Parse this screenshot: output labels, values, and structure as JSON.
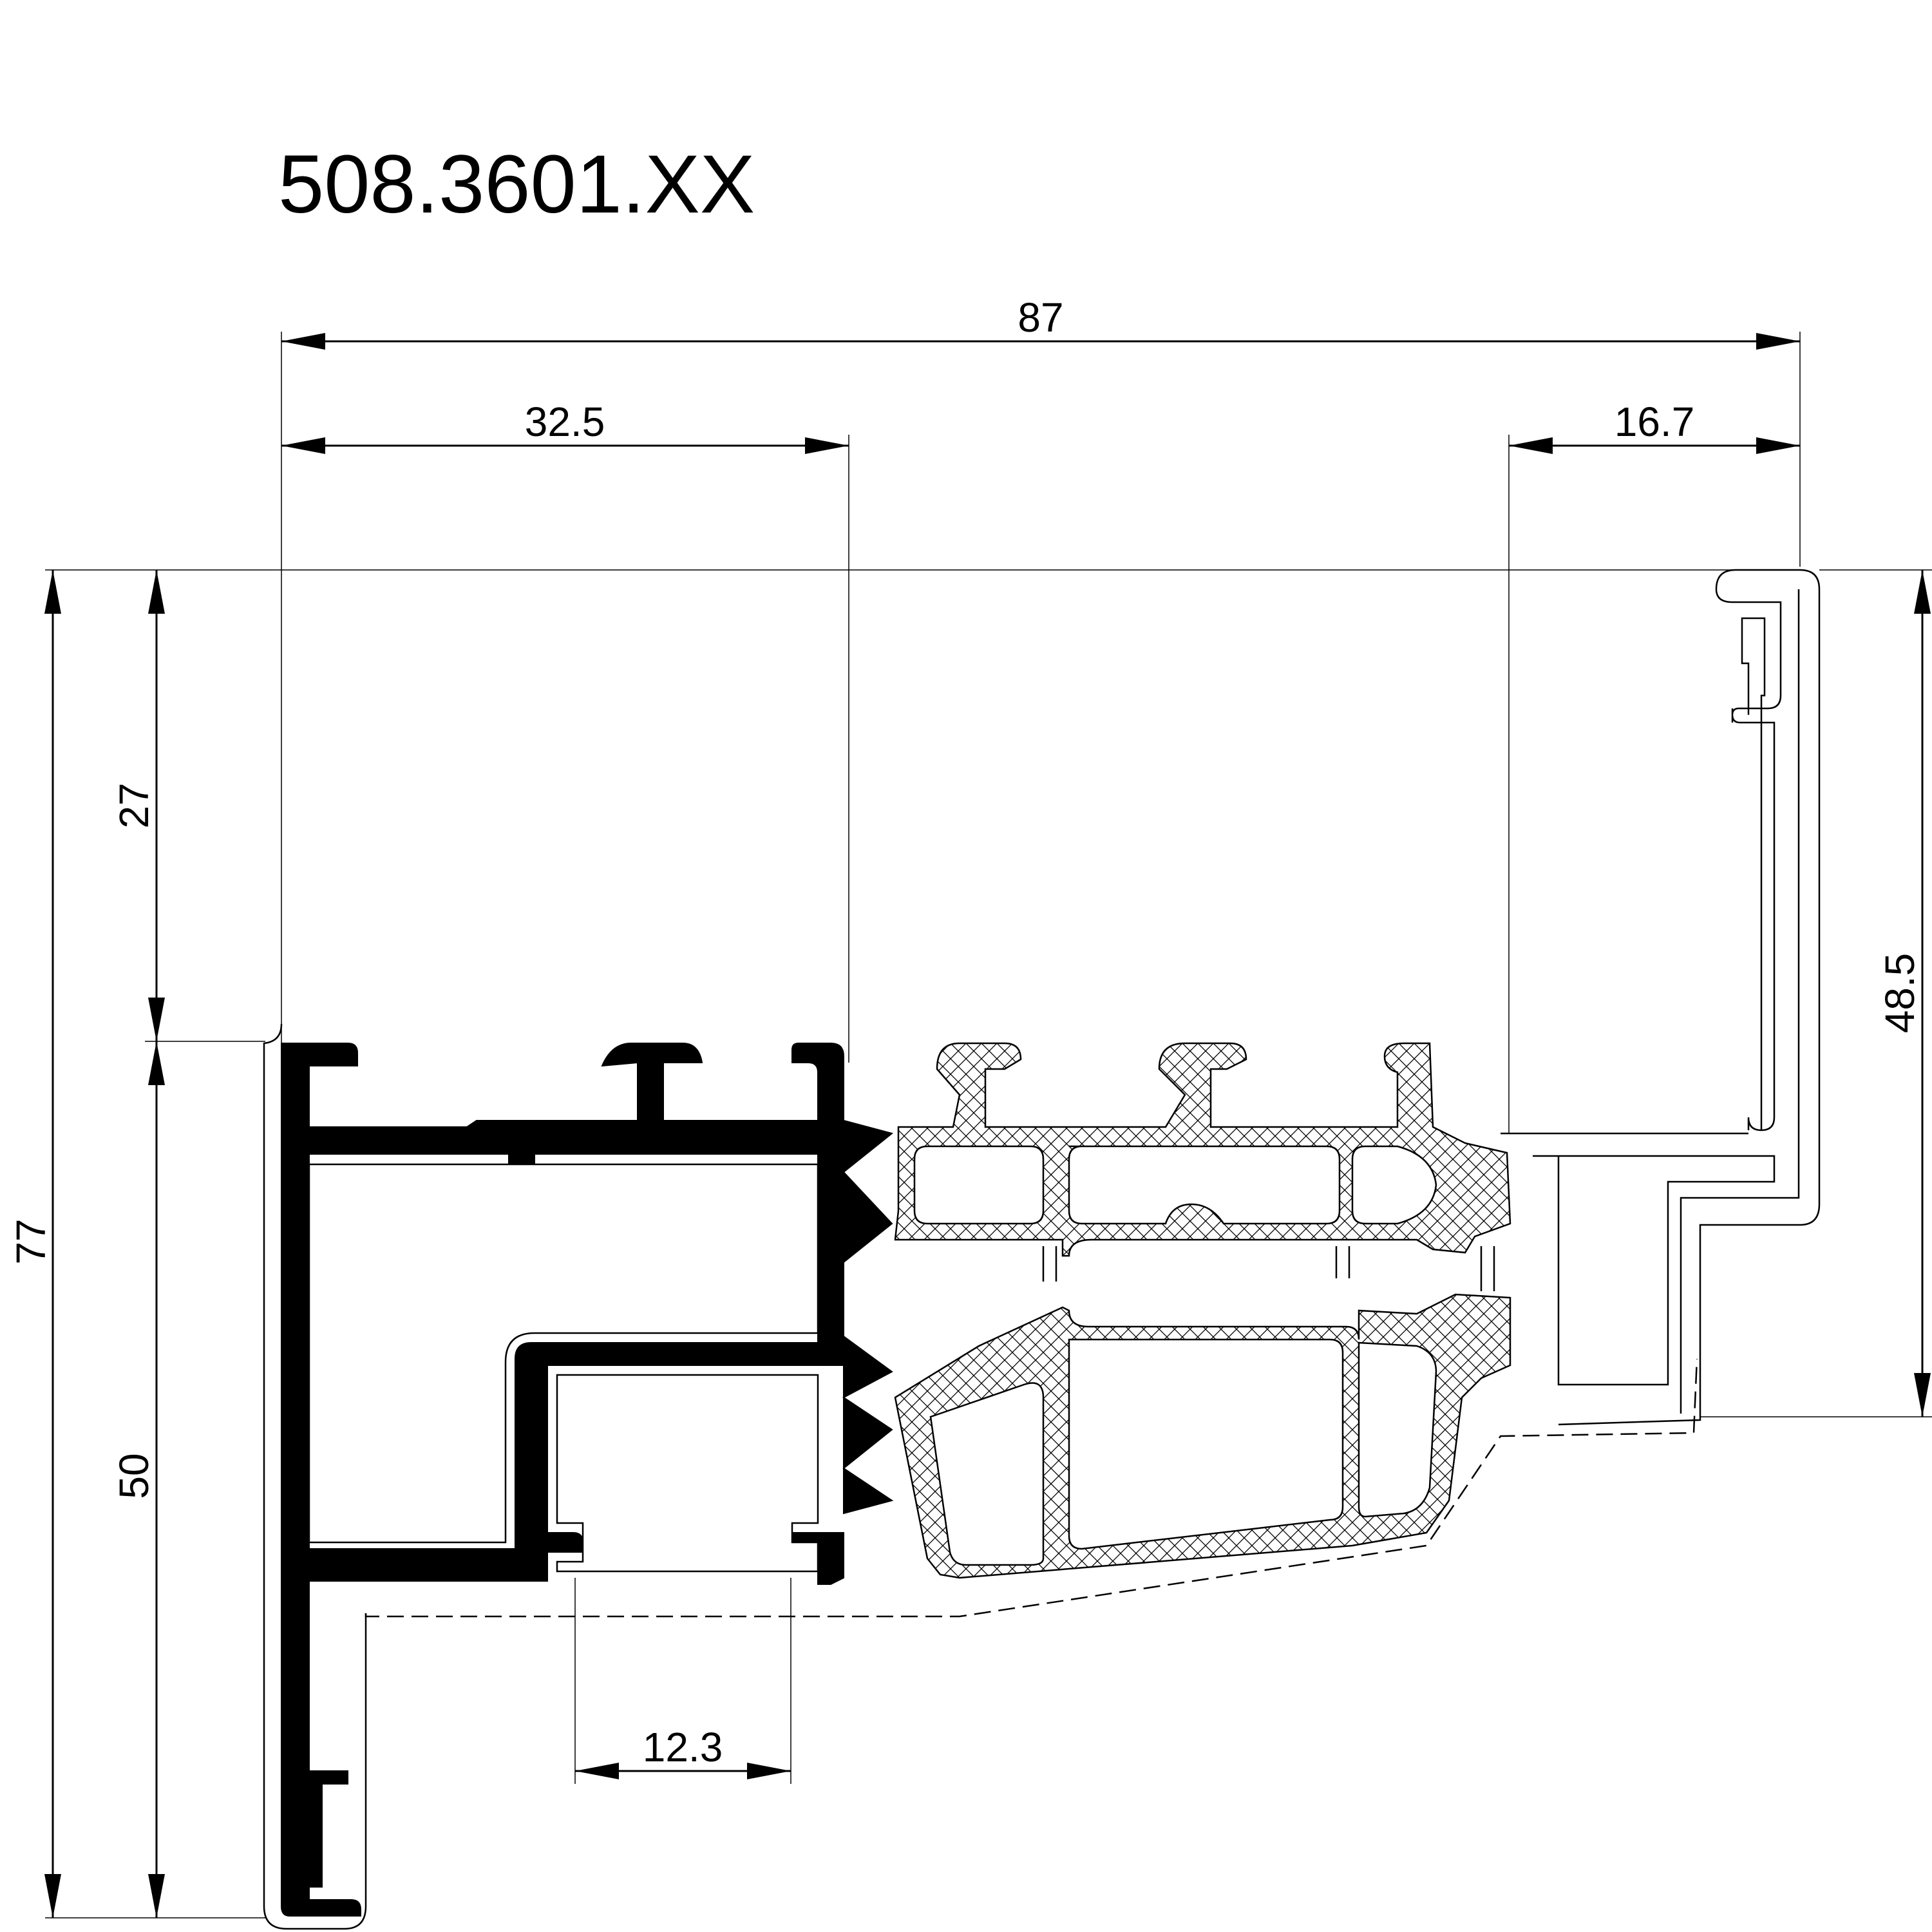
{
  "drawing": {
    "part_number": "508.3601.XX",
    "dimensions": {
      "overall_width": "87",
      "left_width": "32.5",
      "right_width": "16.7",
      "top_height": "27",
      "overall_height": "77",
      "body_height": "50",
      "right_height": "48.5",
      "bottom_gap": "12.3"
    }
  }
}
